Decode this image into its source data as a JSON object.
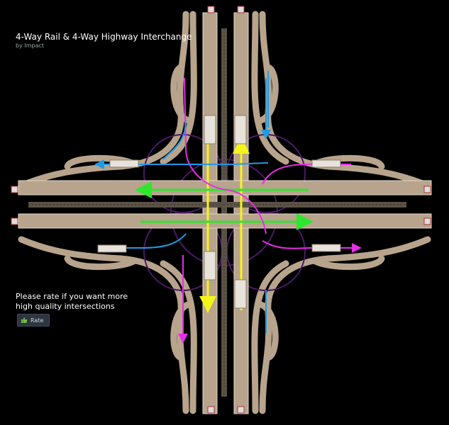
{
  "title": "4-Way Rail & 4-Way Highway Interchange",
  "byline": "by Impact",
  "rate_prompt_line1": "Please rate if you want more",
  "rate_prompt_line2": "high quality intersections",
  "rate_button": {
    "label": "Rate",
    "icon": "thumbs-up-icon"
  },
  "colors": {
    "road": "#b8a48c",
    "road_edge": "#e2d8c8",
    "rail": "#5b5247",
    "arrow_straight_ns": "#f4f41a",
    "arrow_straight_ew": "#2ee62e",
    "arrow_right_turn": "#1e9be6",
    "arrow_left_turn": "#e62ee6",
    "loop": "#4a1a66"
  }
}
